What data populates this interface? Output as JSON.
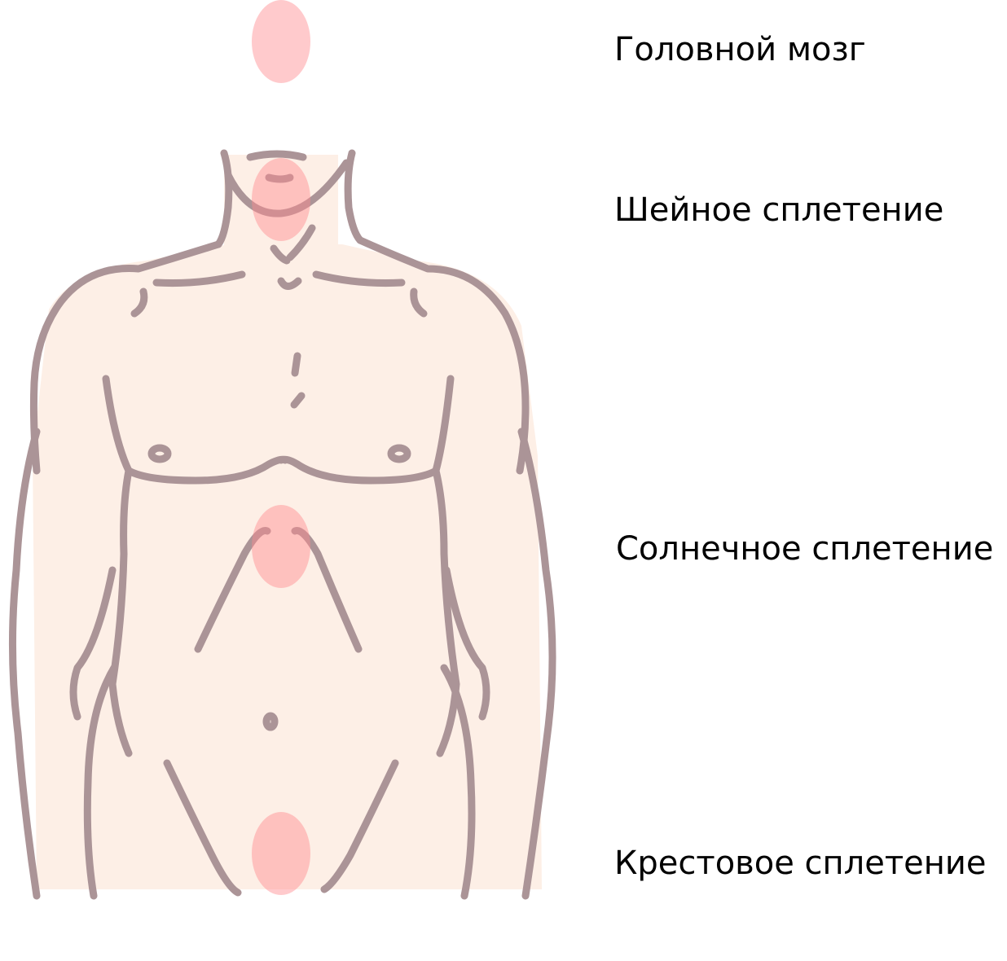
{
  "labels": {
    "brain": "Головной мозг",
    "cervical": "Шейное сплетение",
    "solar": "Солнечное сплетение",
    "sacral": "Крестовое сплетение"
  },
  "colors": {
    "skin": "#fdefe6",
    "outline": "#ab9497",
    "marker": "#ff8a8f",
    "text": "#000000"
  }
}
